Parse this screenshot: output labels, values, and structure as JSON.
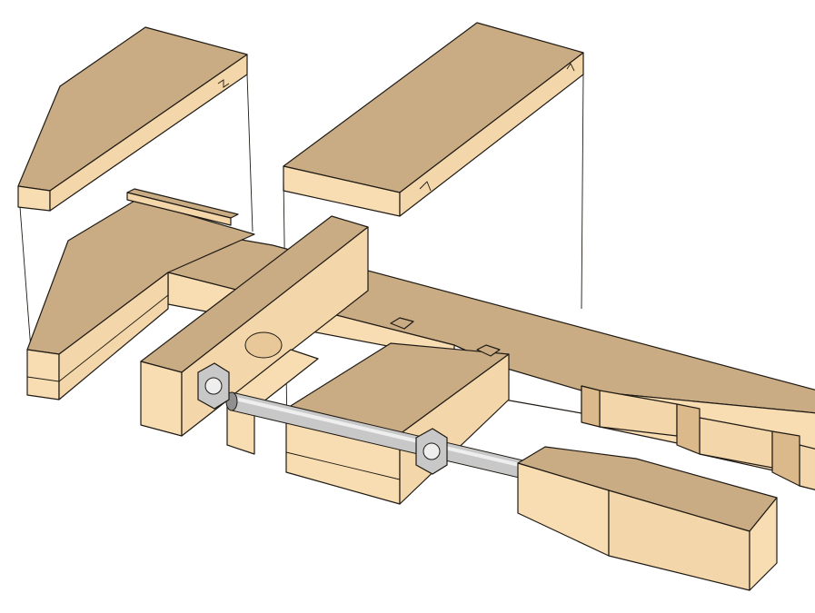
{
  "colors": {
    "background": "#ffffff",
    "wood_top": "#c9ac84",
    "wood_side": "#f3d6a9",
    "wood_front": "#f8ddb3",
    "wood_shadow": "#dcb98a",
    "wood_dark": "#b89a72",
    "metal_light": "#eeeeee",
    "metal_mid": "#c8c8c8",
    "metal_dark": "#8f8f8f",
    "outline": "#1f1a14"
  },
  "parts": [
    "left-jaw-pad",
    "right-jaw-pad",
    "fixed-jaw",
    "clamp-bar",
    "sliding-block",
    "cross-bar",
    "threaded-rod",
    "hex-nut-left",
    "hex-nut-right",
    "handle"
  ]
}
